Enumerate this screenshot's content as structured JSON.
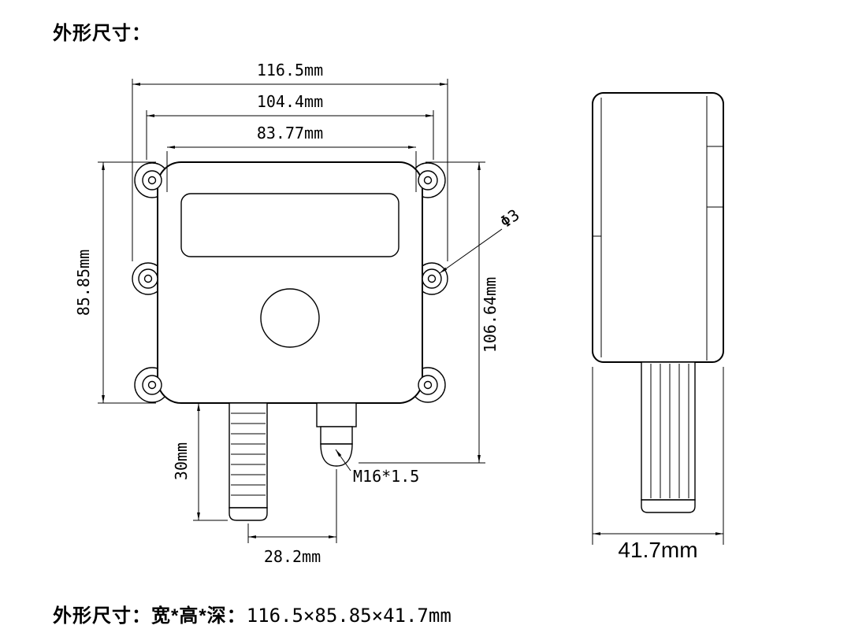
{
  "page": {
    "title": "外形尺寸：",
    "footer_label": "外形尺寸：宽*高*深：",
    "footer_value": "116.5×85.85×41.7mm"
  },
  "front_view": {
    "dim_width_outer": "116.5mm",
    "dim_width_mid": "104.4mm",
    "dim_width_inner": "83.77mm",
    "dim_height_left": "85.85mm",
    "dim_height_right": "106.64mm",
    "dim_probe_length": "30mm",
    "dim_probe_spacing": "28.2mm",
    "label_hole_diameter": "Φ3",
    "label_gland_thread": "M16*1.5"
  },
  "side_view": {
    "dim_depth": "41.7mm"
  }
}
